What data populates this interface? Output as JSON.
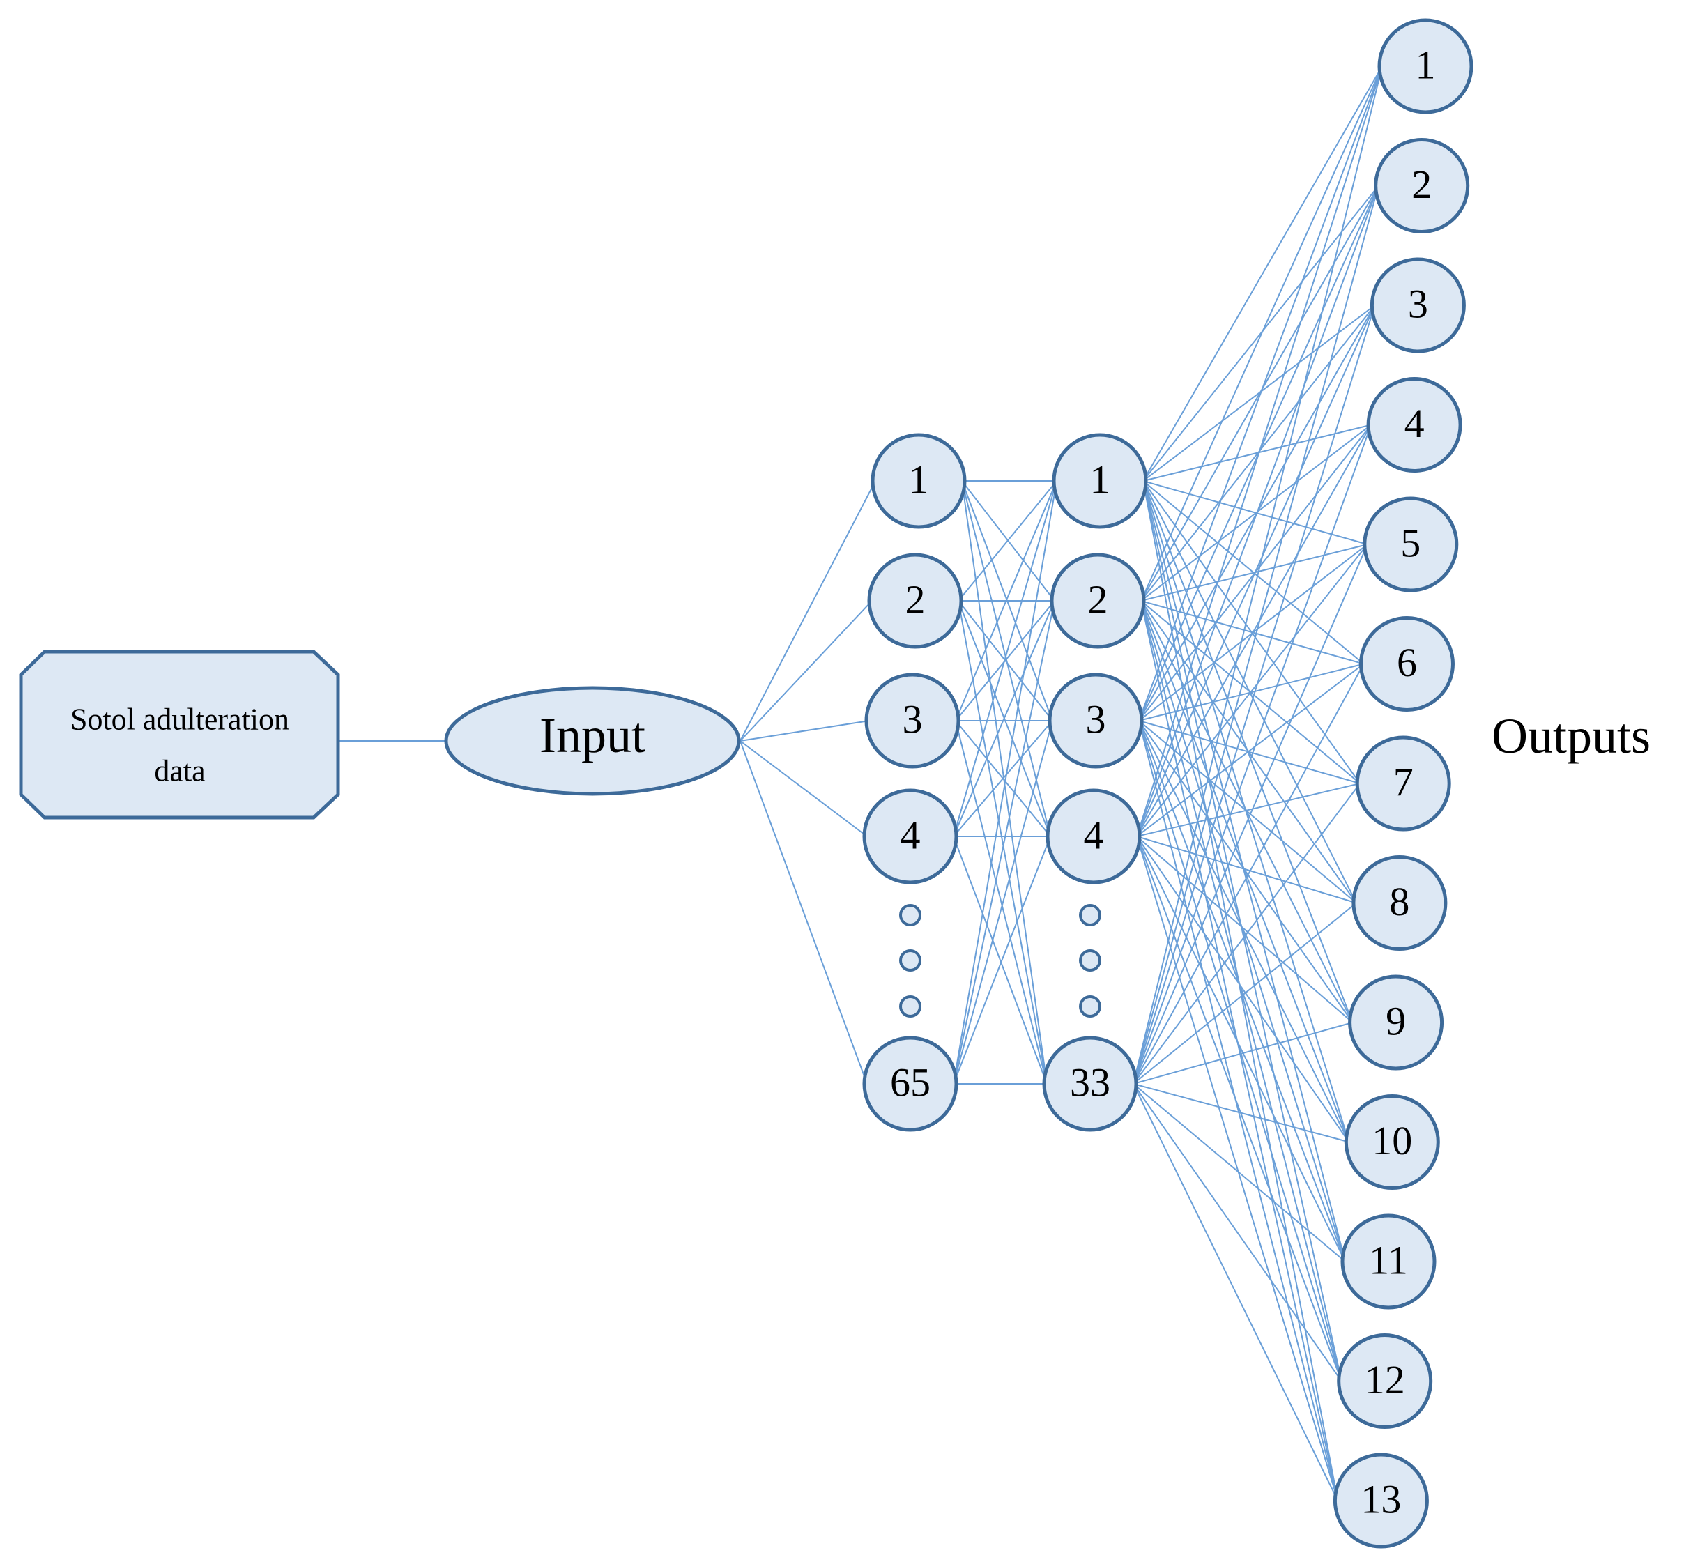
{
  "source": {
    "lines": [
      "Sotol adulteration",
      "data"
    ]
  },
  "input": {
    "label": "Input"
  },
  "hidden_layer_1": {
    "nodes": [
      "1",
      "2",
      "3",
      "4",
      "65"
    ],
    "ellipsis_dots": 3
  },
  "hidden_layer_2": {
    "nodes": [
      "1",
      "2",
      "3",
      "4",
      "33"
    ],
    "ellipsis_dots": 3
  },
  "output_layer": {
    "title": "Outputs",
    "nodes": [
      "1",
      "2",
      "3",
      "4",
      "5",
      "6",
      "7",
      "8",
      "9",
      "10",
      "11",
      "12",
      "13"
    ]
  },
  "colors": {
    "node_fill": "#dde8f4",
    "node_stroke": "#3d6a99",
    "connection": "#6a9fd8"
  }
}
